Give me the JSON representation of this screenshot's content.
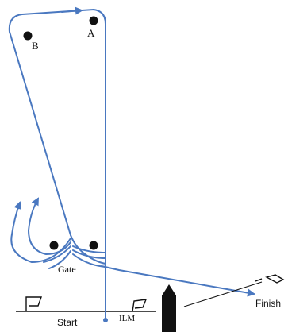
{
  "labels": {
    "marker_a": "A",
    "marker_b": "B",
    "gate": "Gate",
    "start": "Start",
    "ilm": "ILM",
    "finish": "Finish"
  },
  "colors": {
    "route": "#4a78c0",
    "ink": "#111111",
    "background": "#ffffff"
  },
  "icons": {
    "waypoint": "filled-circle",
    "flag": "flag-outline",
    "obstacle": "black-post-with-pointed-top",
    "arrowhead": "arrowhead"
  }
}
